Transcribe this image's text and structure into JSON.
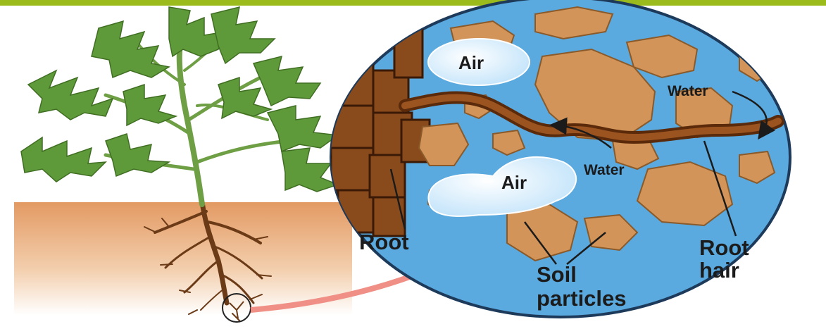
{
  "labels": {
    "air_top": "Air",
    "air_bottom": "Air",
    "water_top": "Water",
    "water_middle": "Water",
    "root": "Root",
    "root_hair_line1": "Root",
    "root_hair_line2": "hair",
    "soil_line1": "Soil",
    "soil_line2": "particles"
  },
  "colors": {
    "header_bar": "#9bbb1c",
    "soil_surface": "#e6a877",
    "water": "#5aa9df",
    "air": "#cde9fb",
    "soil_particle": "#d29458",
    "root": "#8a4b1c",
    "leaf": "#5f9a3a",
    "stem": "#6f9f45",
    "arrow": "#ef8f86"
  }
}
